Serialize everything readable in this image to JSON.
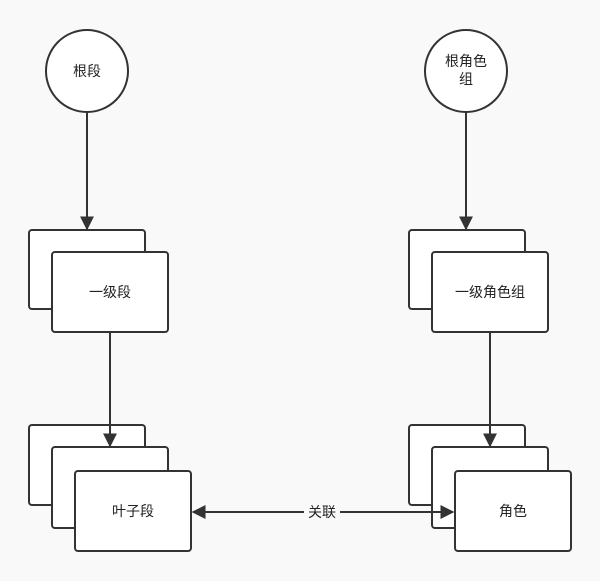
{
  "nodes": {
    "root_segment": {
      "label": "根段"
    },
    "root_role_group": {
      "label_line1": "根角色",
      "label_line2": "组"
    },
    "level1_segment": {
      "label": "一级段"
    },
    "level1_role_group": {
      "label": "一级角色组"
    },
    "leaf_segment": {
      "label": "叶子段"
    },
    "role": {
      "label": "角色"
    }
  },
  "edges": {
    "association": {
      "label": "关联"
    }
  },
  "colors": {
    "background": "#f9f9f9",
    "stroke": "#333333",
    "fill": "#ffffff",
    "text": "#222222"
  }
}
